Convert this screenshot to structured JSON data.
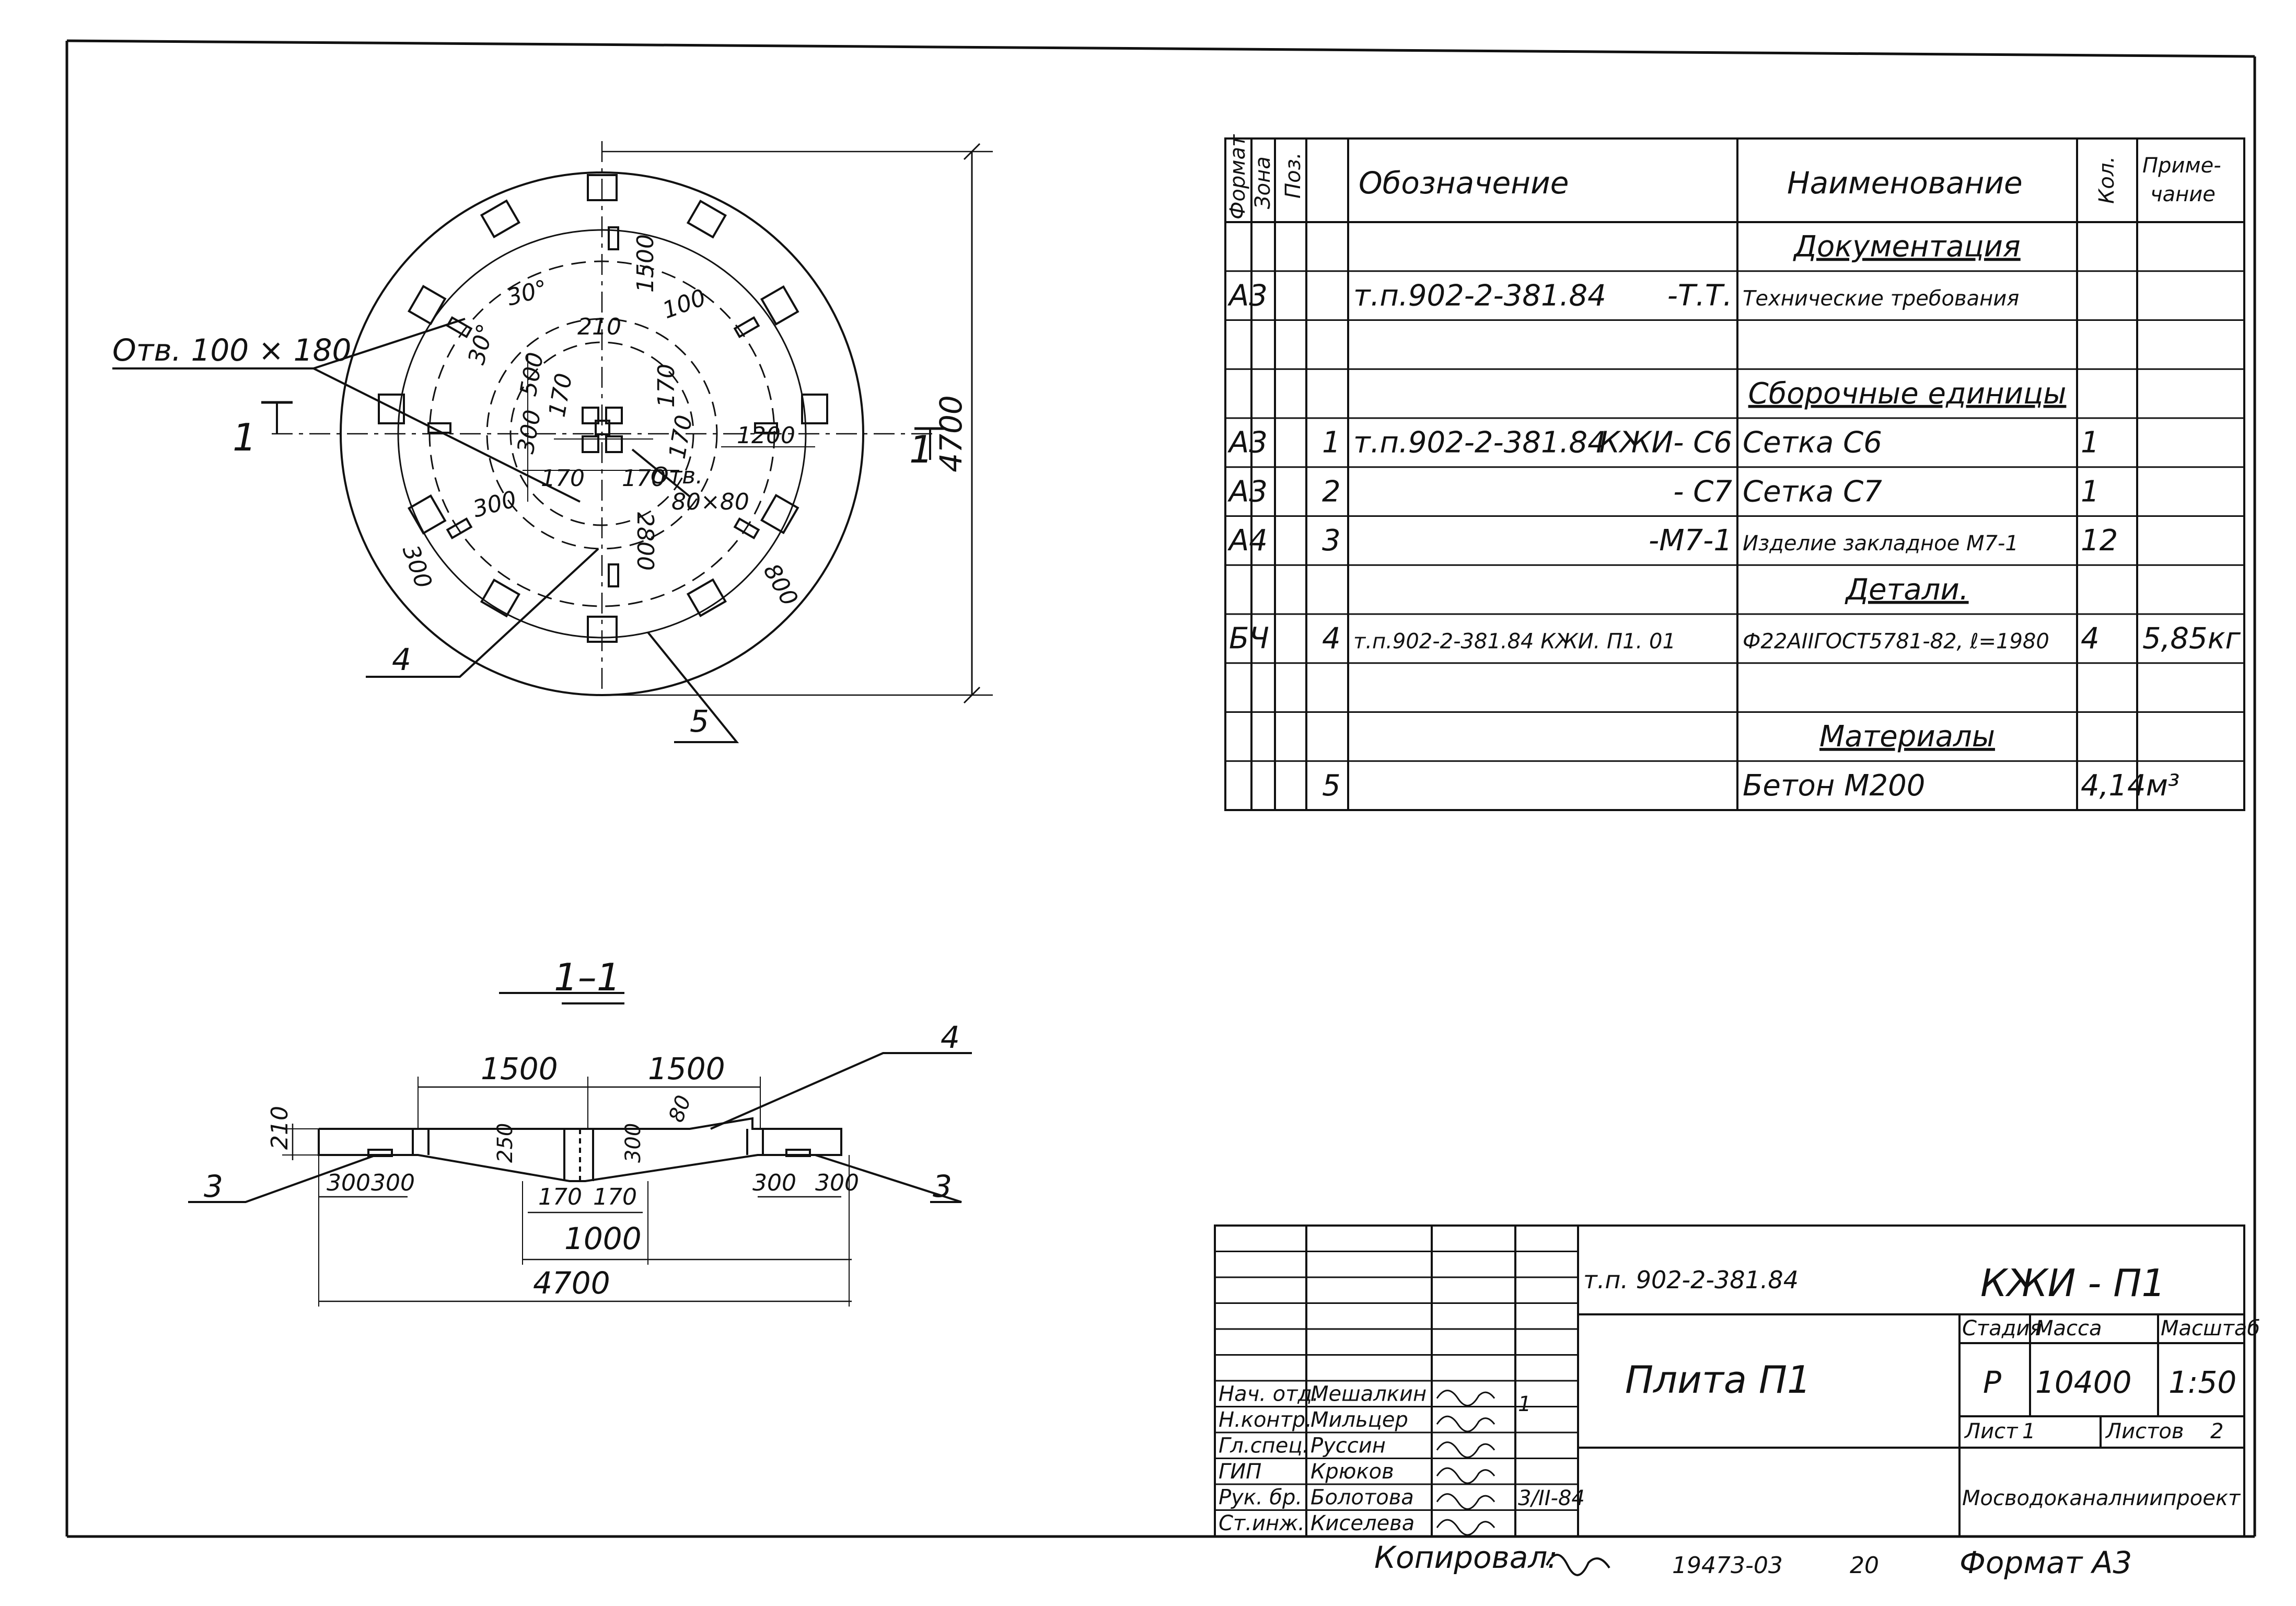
{
  "plan": {
    "labels": {
      "opening_a": "Отв. 100 × 180",
      "section_mark": "1",
      "pos4": "4",
      "pos5": "5",
      "opening_b_1": "Отв.",
      "opening_b_2": "80×80"
    },
    "dims": {
      "overall": "4700",
      "d1500": "1500",
      "d210": "210",
      "d100": "100",
      "d170_a": "170",
      "d170_b": "170",
      "d170_c": "170",
      "d170_d": "170",
      "d170_e": "170",
      "d500": "500",
      "d300_a": "300",
      "d300_b": "300",
      "d300_c": "300",
      "d1200": "1200",
      "d800": "800",
      "d2800": "2800",
      "d30_a": "30°",
      "d30_b": "30°"
    }
  },
  "section": {
    "title": "1–1",
    "pos3_left": "3",
    "pos3_right": "3",
    "pos4": "4",
    "dims": {
      "l1500": "1500",
      "r1500": "1500",
      "h210": "210",
      "h250": "250",
      "h300": "300",
      "h80": "80",
      "a300": "300",
      "b300": "300",
      "c300": "300",
      "d300": "300",
      "c170a": "170",
      "c170b": "170",
      "d1000": "1000",
      "d4700": "4700"
    }
  },
  "spec": {
    "headers": {
      "format": "Формат",
      "zone": "Зона",
      "pos": "Поз.",
      "designation": "Обозначение",
      "name": "Наименование",
      "qty": "Кол.",
      "note_1": "Приме-",
      "note_2": "чание"
    },
    "rows": [
      {
        "format": "",
        "pos": "",
        "designation": "",
        "suffix": "",
        "name": "Документация",
        "qty": "",
        "note": "",
        "heading": true
      },
      {
        "format": "А3",
        "pos": "",
        "designation": "т.п.902-2-381.84",
        "suffix": "-Т.Т.",
        "name": "Технические требования",
        "qty": "",
        "note": "",
        "heading": false
      },
      {
        "format": "",
        "pos": "",
        "designation": "",
        "suffix": "",
        "name": "",
        "qty": "",
        "note": "",
        "heading": false
      },
      {
        "format": "",
        "pos": "",
        "designation": "",
        "suffix": "",
        "name": "Сборочные единицы",
        "qty": "",
        "note": "",
        "heading": true
      },
      {
        "format": "А3",
        "pos": "1",
        "designation": "т.п.902-2-381.84",
        "suffix": "КЖИ- С6",
        "name": "Сетка С6",
        "qty": "1",
        "note": "",
        "heading": false
      },
      {
        "format": "А3",
        "pos": "2",
        "designation": "",
        "suffix": "- С7",
        "name": "Сетка С7",
        "qty": "1",
        "note": "",
        "heading": false
      },
      {
        "format": "А4",
        "pos": "3",
        "designation": "",
        "suffix": "-М7-1",
        "name": "Изделие закладное М7-1",
        "qty": "12",
        "note": "",
        "heading": false
      },
      {
        "format": "",
        "pos": "",
        "designation": "",
        "suffix": "",
        "name": "Детали.",
        "qty": "",
        "note": "",
        "heading": true
      },
      {
        "format": "БЧ",
        "pos": "4",
        "designation": "т.п.902-2-381.84 КЖИ. П1. 01",
        "suffix": "",
        "name": "Ф22АIIГОСТ5781-82, ℓ=1980",
        "qty": "4",
        "note": "5,85кг",
        "heading": false
      },
      {
        "format": "",
        "pos": "",
        "designation": "",
        "suffix": "",
        "name": "",
        "qty": "",
        "note": "",
        "heading": false
      },
      {
        "format": "",
        "pos": "",
        "designation": "",
        "suffix": "",
        "name": "Материалы",
        "qty": "",
        "note": "",
        "heading": true
      },
      {
        "format": "",
        "pos": "5",
        "designation": "",
        "suffix": "",
        "name": "Бетон М200",
        "qty": "4,14м³",
        "note": "",
        "heading": false
      }
    ]
  },
  "title_block": {
    "code": "т.п. 902-2-381.84",
    "mark": "КЖИ - П1",
    "name": "Плита П1",
    "stage_h": "Стадия",
    "mass_h": "Масса",
    "scale_h": "Масштаб",
    "stage": "Р",
    "mass": "10400",
    "scale": "1:50",
    "sheet_h": "Лист",
    "sheet": "1",
    "sheets_h": "Листов",
    "sheets": "2",
    "org": "Мосводоканалниипроект",
    "rev_mark": "1",
    "date_note": "3/II-84",
    "staff": [
      {
        "role": "Нач. отд.",
        "name": "Мешалкин"
      },
      {
        "role": "Н.контр.",
        "name": "Мильцер"
      },
      {
        "role": "Гл.спец.",
        "name": "Руссин"
      },
      {
        "role": "ГИП",
        "name": "Крюков"
      },
      {
        "role": "Рук. бр.",
        "name": "Болотова"
      },
      {
        "role": "Ст.инж.",
        "name": "Киселева"
      }
    ]
  },
  "footer": {
    "copied": "Копировал:",
    "number": "19473-03",
    "page": "20",
    "format": "Формат А3"
  }
}
